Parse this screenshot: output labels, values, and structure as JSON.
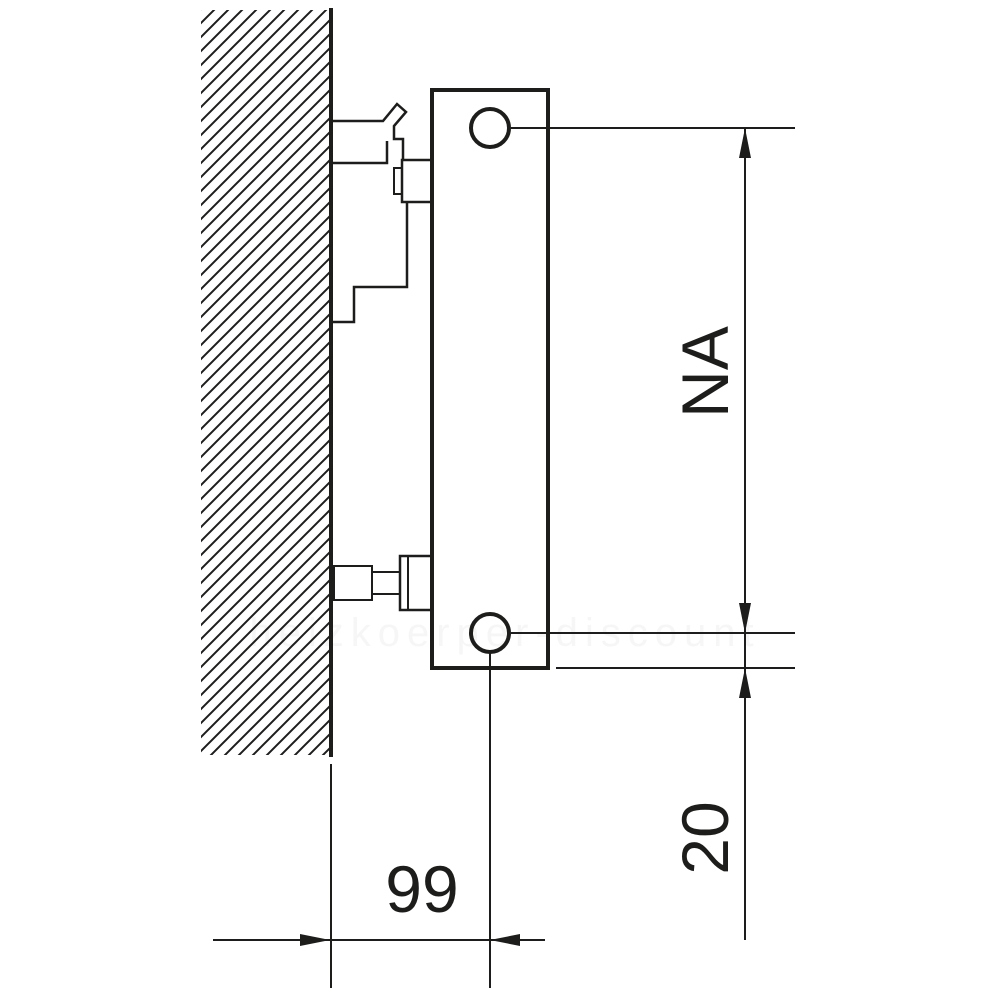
{
  "colors": {
    "line": "#1d1d1b",
    "background": "#ffffff",
    "watermark": "#9a9a9a"
  },
  "dimensions": {
    "hub_distance_label": "NA",
    "bottom_offset_label": "20",
    "wall_distance_label": "99"
  },
  "watermark": {
    "text": "heizkoerper-discount"
  }
}
